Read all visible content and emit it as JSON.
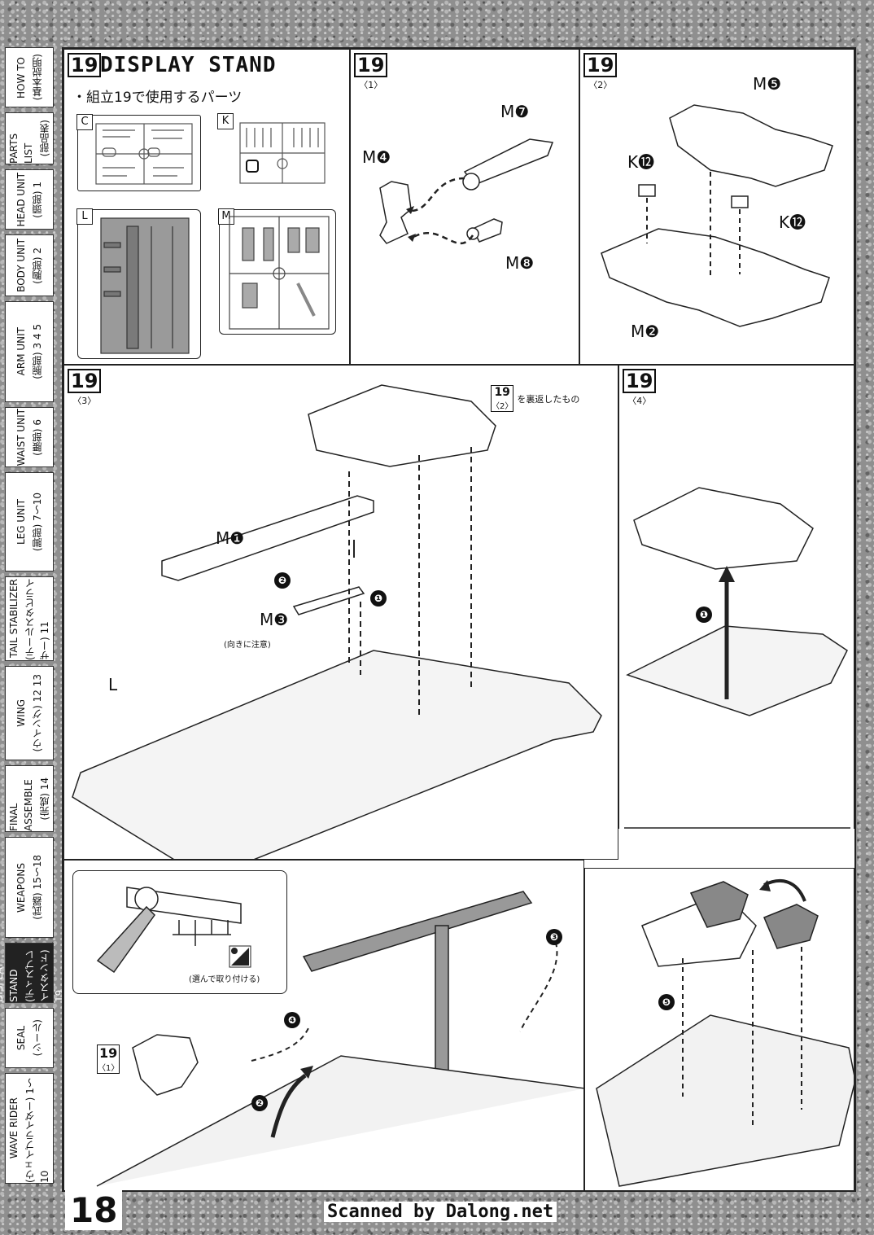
{
  "step": {
    "number": "19",
    "title": "DISPLAY STAND",
    "parts_used": "・組立19で使用するパーツ"
  },
  "sprues": [
    "C",
    "K",
    "L",
    "M"
  ],
  "substeps": [
    "〈1〉",
    "〈2〉",
    "〈3〉",
    "〈4〉"
  ],
  "panel1": {
    "labels": [
      "M❹",
      "M❼",
      "M❽"
    ]
  },
  "panel2": {
    "labels": [
      "M❺",
      "K⓬",
      "K⓬",
      "M❷"
    ]
  },
  "panel3": {
    "labels": [
      "M❶",
      "M❸",
      "L"
    ],
    "note_ref": "19",
    "note_ref_sub": "〈2〉",
    "note": "を裏返したもの",
    "caution": "(向きに注意)",
    "steps": [
      "❶",
      "❷"
    ]
  },
  "panel4": {
    "steps": [
      "❶"
    ]
  },
  "panel5": {
    "choose_note": "(選んで取り付ける)",
    "ref": "19",
    "ref_sub": "〈1〉",
    "steps": [
      "❷",
      "❸",
      "❹"
    ]
  },
  "panel6": {
    "steps": [
      "❺"
    ]
  },
  "side_tabs": [
    {
      "jp": "(基本説明)",
      "en": "HOW TO"
    },
    {
      "jp": "(部品表)",
      "en": "PARTS LIST"
    },
    {
      "jp": "(頭部) 1",
      "en": "HEAD UNIT"
    },
    {
      "jp": "(胸部) 2",
      "en": "BODY UNIT"
    },
    {
      "jp": "(腕部) 3 4 5",
      "en": "ARM UNIT"
    },
    {
      "jp": "(腰部) 6",
      "en": "WAIST UNIT"
    },
    {
      "jp": "(脚部) 7〜10",
      "en": "LEG UNIT"
    },
    {
      "jp": "(テールスタビライザー) 11",
      "en": "TAIL STABILIZER"
    },
    {
      "jp": "(ウイング) 12 13",
      "en": "WING"
    },
    {
      "jp": "(完成) 14",
      "en": "FINAL ASSEMBLE"
    },
    {
      "jp": "(武器) 15〜18",
      "en": "WEAPONS"
    },
    {
      "jp": "(ディスプレイスタンド) 19",
      "en": "DISPLAY STAND"
    },
    {
      "jp": "(シール)",
      "en": "SEAL"
    },
    {
      "jp": "(ウェイブライダー) 1〜10",
      "en": "WAVE RIDER"
    }
  ],
  "page_number": "18",
  "credit": "Scanned by Dalong.net"
}
